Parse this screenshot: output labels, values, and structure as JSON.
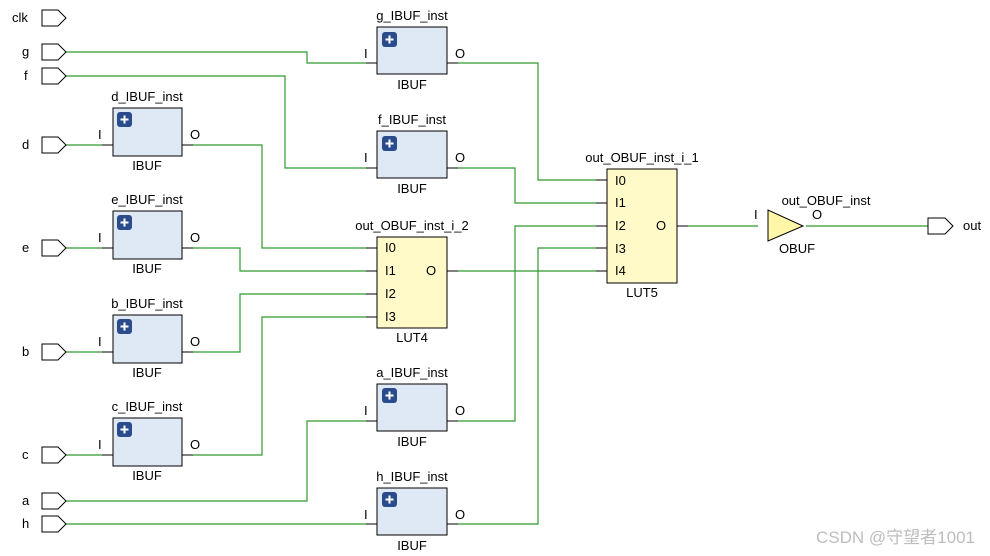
{
  "ports_in": {
    "clk": "clk",
    "g": "g",
    "f": "f",
    "d": "d",
    "e": "e",
    "b": "b",
    "c": "c",
    "a": "a",
    "h": "h"
  },
  "ports_out": {
    "out": "out"
  },
  "ibufs": {
    "g": {
      "inst": "g_IBUF_inst",
      "type": "IBUF",
      "pin_in": "I",
      "pin_out": "O"
    },
    "f": {
      "inst": "f_IBUF_inst",
      "type": "IBUF",
      "pin_in": "I",
      "pin_out": "O"
    },
    "d": {
      "inst": "d_IBUF_inst",
      "type": "IBUF",
      "pin_in": "I",
      "pin_out": "O"
    },
    "e": {
      "inst": "e_IBUF_inst",
      "type": "IBUF",
      "pin_in": "I",
      "pin_out": "O"
    },
    "b": {
      "inst": "b_IBUF_inst",
      "type": "IBUF",
      "pin_in": "I",
      "pin_out": "O"
    },
    "c": {
      "inst": "c_IBUF_inst",
      "type": "IBUF",
      "pin_in": "I",
      "pin_out": "O"
    },
    "a": {
      "inst": "a_IBUF_inst",
      "type": "IBUF",
      "pin_in": "I",
      "pin_out": "O"
    },
    "h": {
      "inst": "h_IBUF_inst",
      "type": "IBUF",
      "pin_in": "I",
      "pin_out": "O"
    }
  },
  "lut4": {
    "inst": "out_OBUF_inst_i_2",
    "type": "LUT4",
    "pins": [
      "I0",
      "I1",
      "I2",
      "I3"
    ],
    "pin_out": "O"
  },
  "lut5": {
    "inst": "out_OBUF_inst_i_1",
    "type": "LUT5",
    "pins": [
      "I0",
      "I1",
      "I2",
      "I3",
      "I4"
    ],
    "pin_out": "O"
  },
  "obuf": {
    "inst": "out_OBUF_inst",
    "type": "OBUF",
    "pin_in": "I",
    "pin_out": "O"
  },
  "watermark": "CSDN @守望者1001",
  "colors": {
    "wire": "#2f9a2f",
    "ibuf_fill": "#dfe8f5",
    "lut_fill": "#fffac8",
    "obuf_fill": "#fff6a8",
    "plus_icon": "#2b4c8c"
  }
}
